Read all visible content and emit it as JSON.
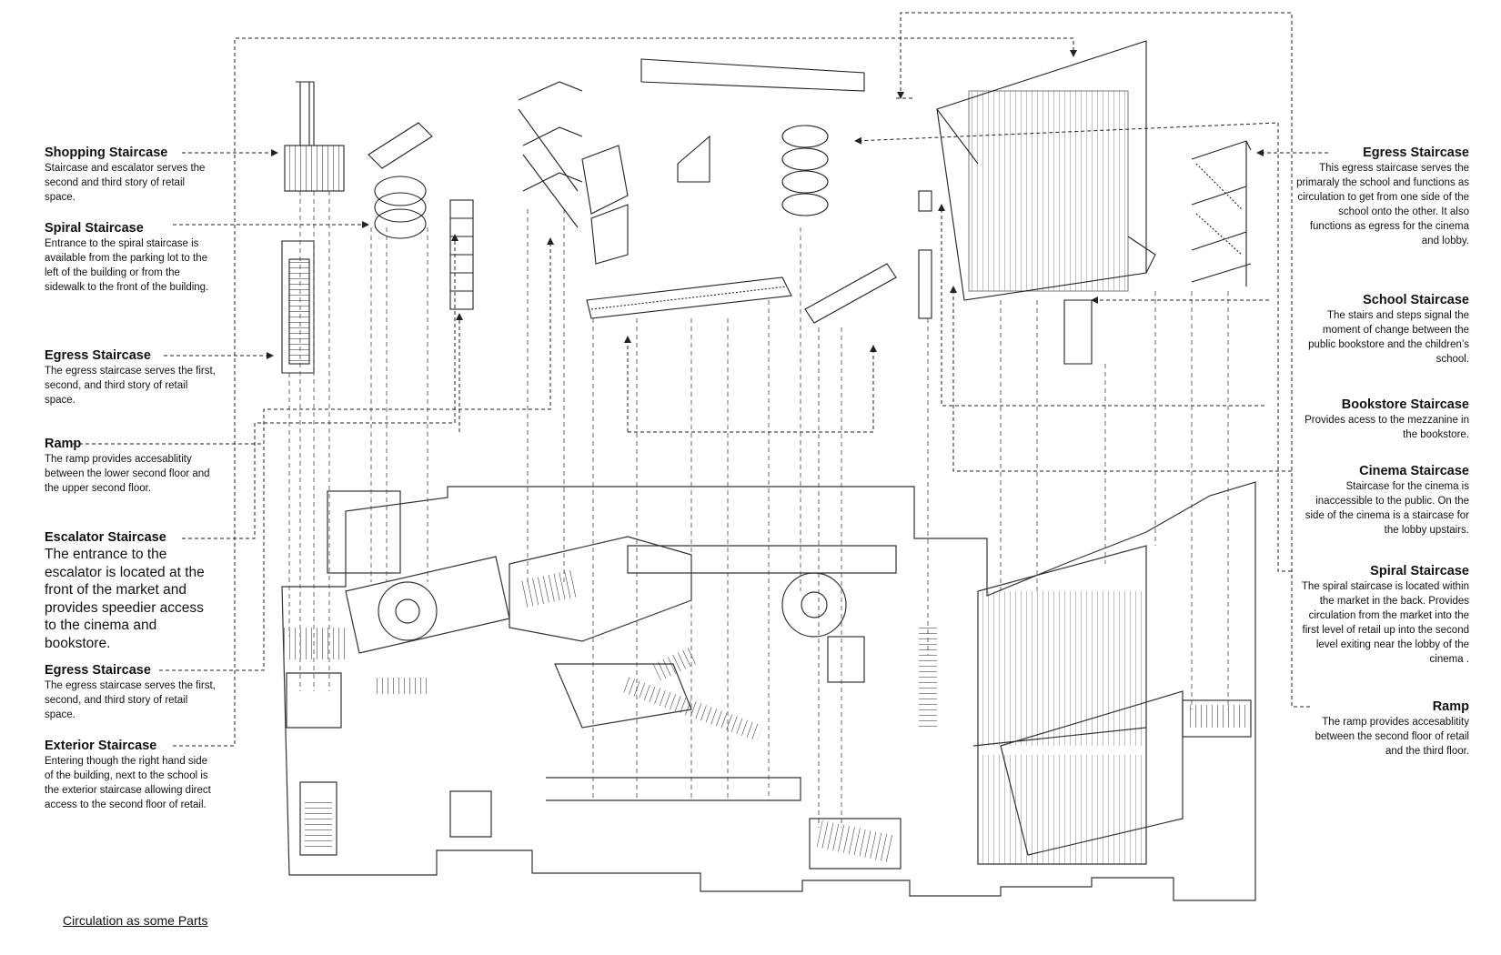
{
  "caption": "Circulation as some Parts",
  "left_labels": [
    {
      "title": "Shopping Staircase",
      "desc": "Staircase and escalator serves the second and third story of retail space."
    },
    {
      "title": "Spiral Staircase",
      "desc": "Entrance to the spiral staircase is available from the parking lot to the left of the building or from the sidewalk to the front of the building."
    },
    {
      "title": "Egress Staircase",
      "desc": "The egress staircase serves the first, second, and third story of retail space."
    },
    {
      "title": "Ramp",
      "desc": "The ramp provides accesablitity between the lower second floor and the upper second floor."
    },
    {
      "title": "Escalator Staircase",
      "desc": "The entrance to the escalator is located at the front of the market and provides speedier access to the cinema and bookstore."
    },
    {
      "title": "Egress Staircase",
      "desc": "The egress staircase serves the first, second, and third story of retail space."
    },
    {
      "title": "Exterior Staircase",
      "desc": "Entering though the right hand side of the building, next to the school is the exterior staircase allowing direct access to the second floor of retail."
    }
  ],
  "right_labels": [
    {
      "title": "Egress Staircase",
      "desc": "This egress staircase serves the primaraly the school and functions as circulation to get from one side of the school onto the other. It also functions as egress for the cinema and lobby."
    },
    {
      "title": "School Staircase",
      "desc": "The stairs and steps signal the moment of change between the public bookstore and the children’s school."
    },
    {
      "title": "Bookstore Staircase",
      "desc": "Provides acess to the mezzanine in the bookstore."
    },
    {
      "title": "Cinema Staircase",
      "desc": "Staircase for the cinema is inaccessible to the public. On the side of the cinema is a staircase for the lobby upstairs."
    },
    {
      "title": "Spiral Staircase",
      "desc": "The spiral staircase is located within the market in the back. Provides circulation from the market into the first level of retail up into the second level exiting near the lobby of the cinema ."
    },
    {
      "title": "Ramp",
      "desc": "The ramp provides accesablitity between the second floor of retail and the third floor."
    }
  ],
  "colors": {
    "ink": "#111111",
    "line": "#333333",
    "paper": "#ffffff"
  }
}
